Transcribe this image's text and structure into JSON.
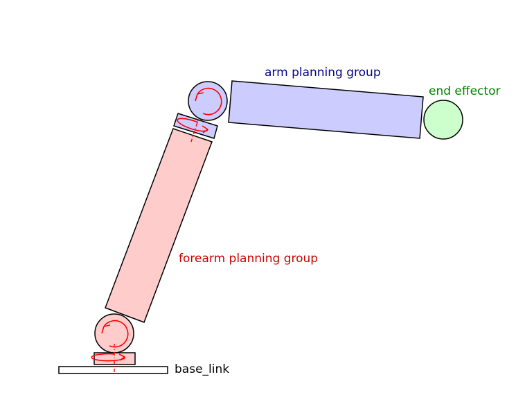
{
  "labels": {
    "arm_group": "arm planning group",
    "end_effector": "end effector",
    "forearm_group": "forearm planning group",
    "base_link": "base_link"
  },
  "colors": {
    "arm_fill": "#ccccff",
    "arm_text": "#00008b",
    "forearm_fill": "#ffcccc",
    "forearm_text": "#cc0000",
    "end_effector_fill": "#ccffcc",
    "end_effector_text": "#008000",
    "base_fill": "#ffffff",
    "rotation_marker": "#ff0000",
    "outline": "#000000"
  }
}
